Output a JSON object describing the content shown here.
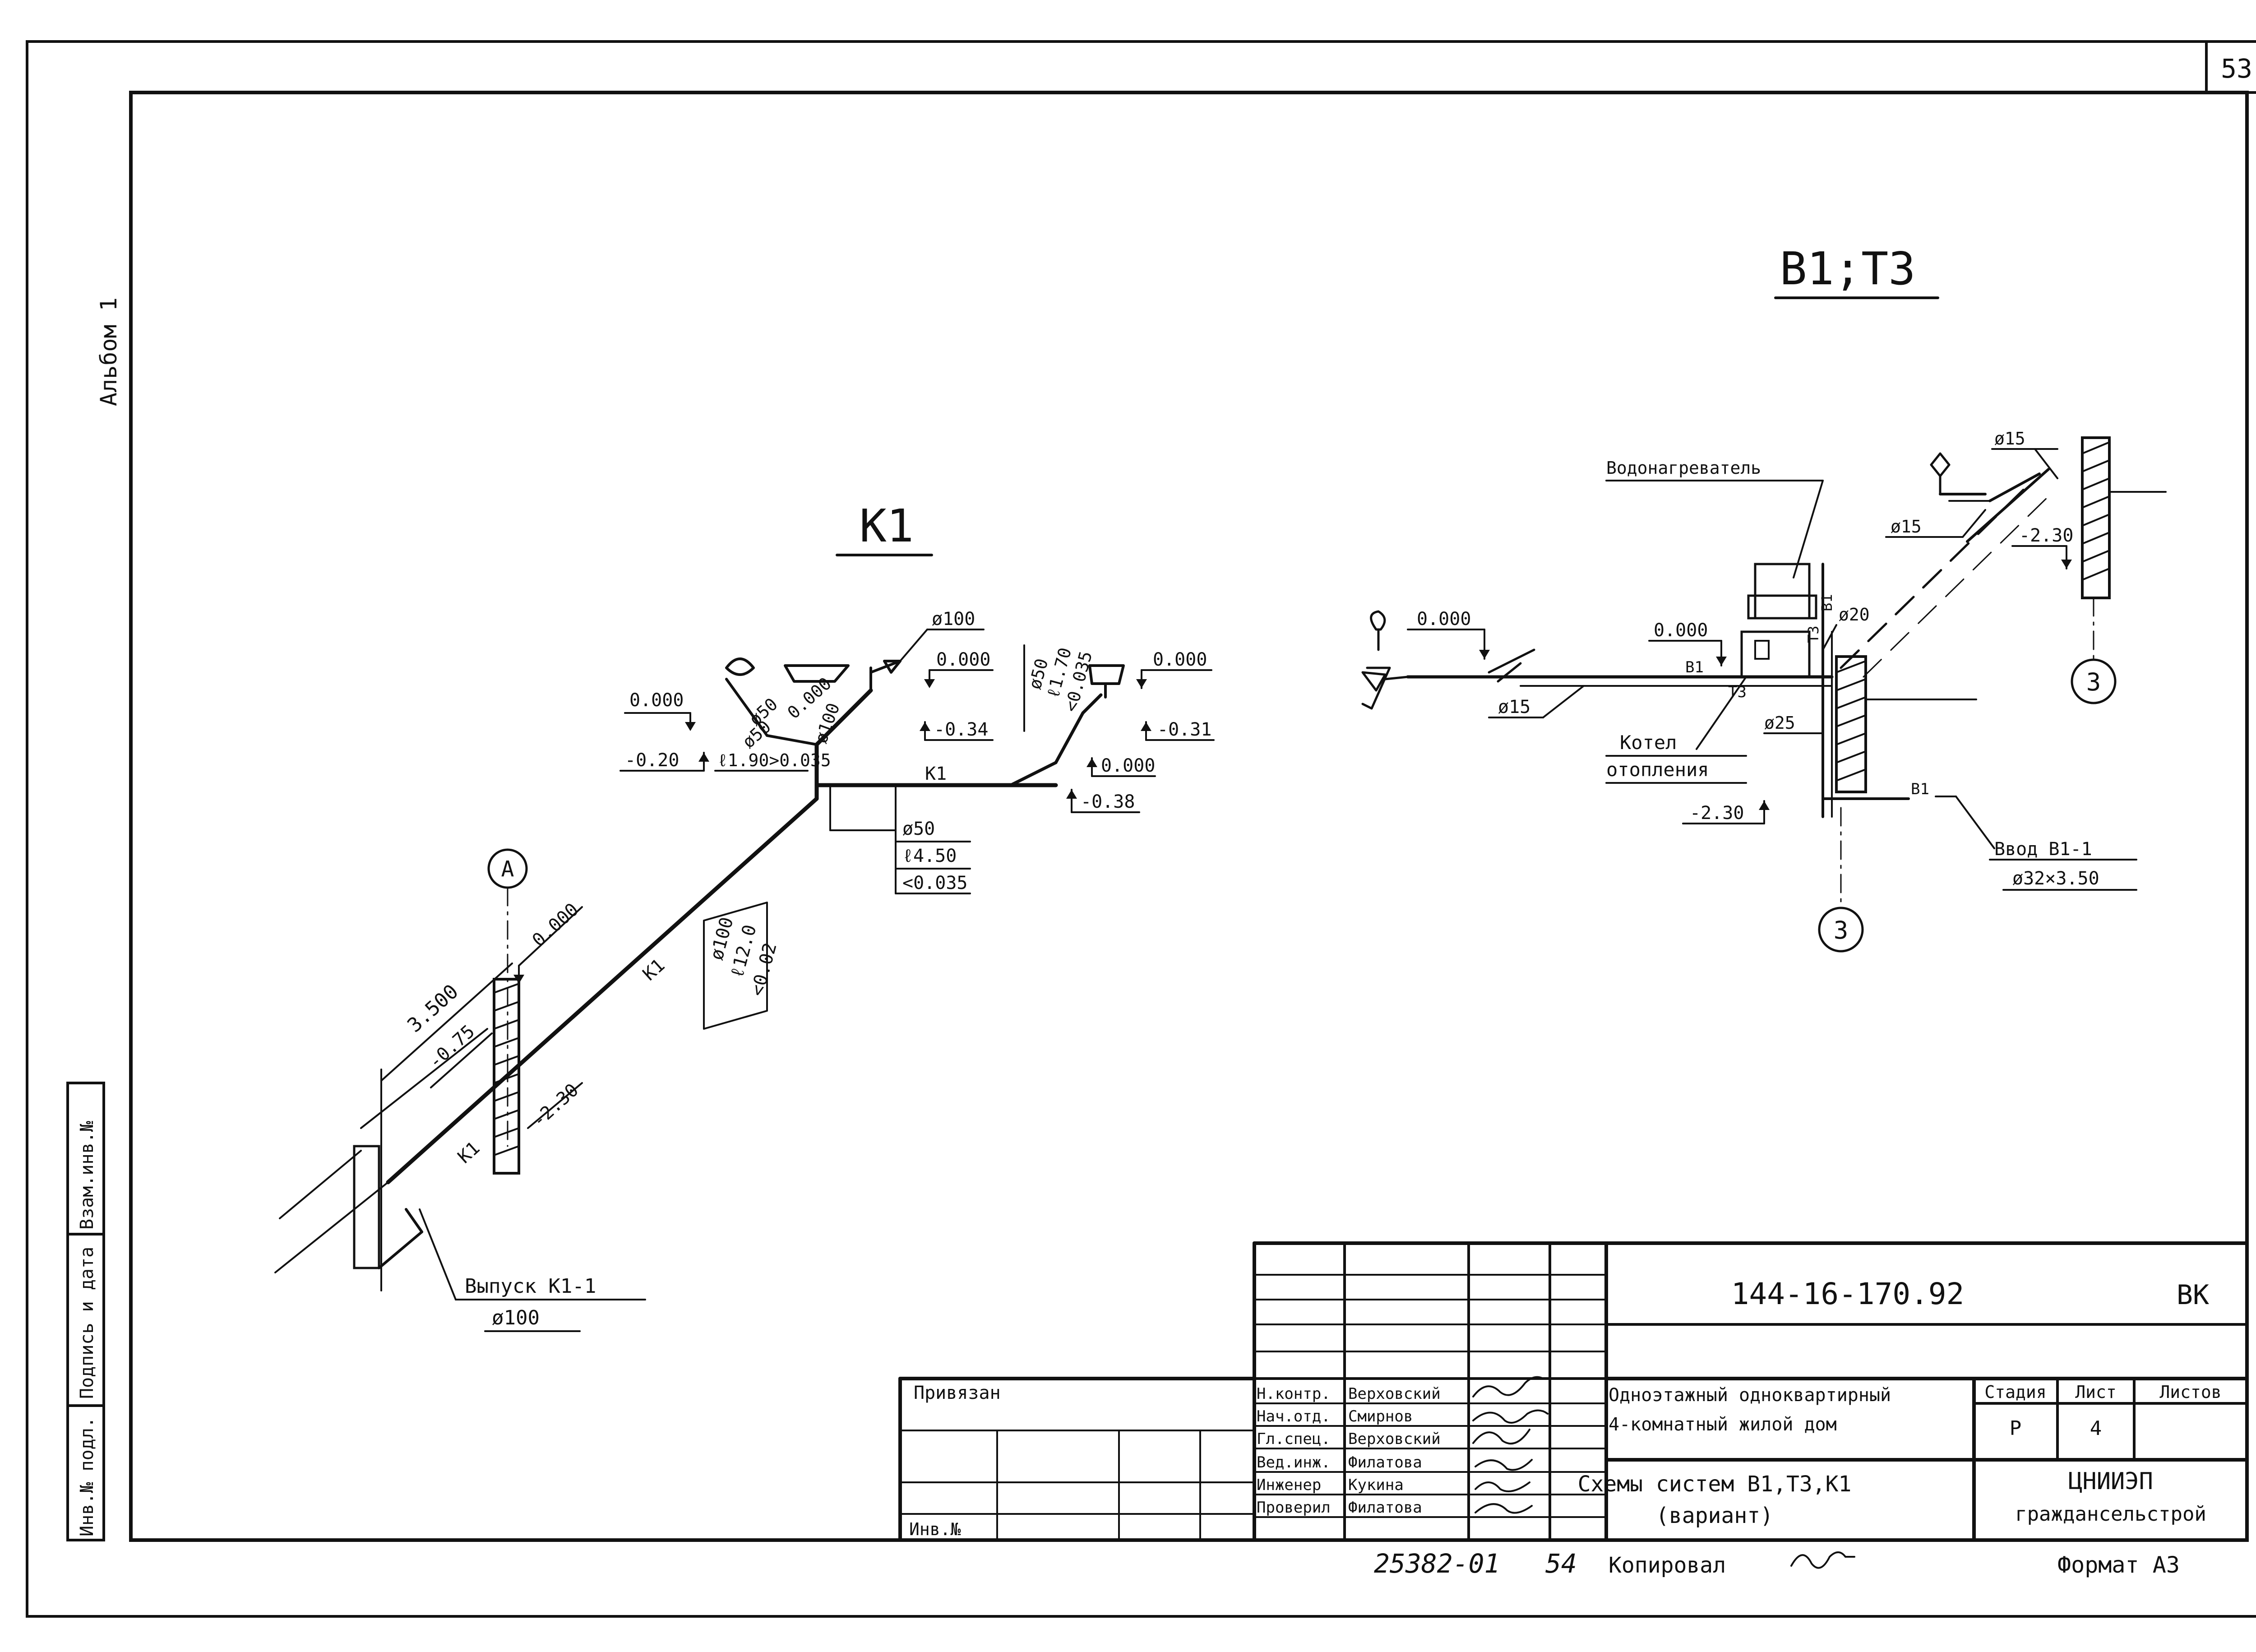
{
  "sheet": {
    "page_number": "53",
    "album_label": "Альбом 1",
    "side_stamp": [
      "Инв.№ подл.",
      "Подпись и дата",
      "Взам.инв.№"
    ]
  },
  "k1": {
    "title": "К1",
    "levels": [
      "0.000",
      "-0.20",
      "0.000",
      "0.000",
      "-0.34",
      "0.000",
      "-0.31",
      "0.000",
      "-0.38",
      "0.000",
      "-0.75",
      "-2.30"
    ],
    "dim_3500": "3.500",
    "pipe_d50_a": "ø50",
    "pipe_d50_b": "ø50",
    "pipe_d100_riser": "ø100",
    "pipe_d100_top": "ø100",
    "slope_note": "ℓ1.90>0.035",
    "right_d50": "ø50",
    "right_len": "ℓ1.70",
    "right_slope": "<0.035",
    "mid_table": [
      "ø50",
      "ℓ4.50",
      "<0.035"
    ],
    "main_table": [
      "ø100",
      "ℓ12.0",
      "<0.02"
    ],
    "line_label": "К1",
    "axis_a": "А",
    "outlet_label": "Выпуск К1-1",
    "outlet_d": "ø100"
  },
  "b1t3": {
    "title": "В1;Т3",
    "heater_label": "Водонагреватель",
    "boiler_label_1": "Котел",
    "boiler_label_2": "отопления",
    "level_left": "0.000",
    "level_mid": "0.000",
    "level_bottom": "-2.30",
    "level_right": "-2.30",
    "d15_left": "ø15",
    "d15_top": "ø15",
    "d15_mid": "ø15",
    "d20": "ø20",
    "d25": "ø25",
    "tag_b1": "В1",
    "tag_t3": "Т3",
    "tag_b1_b": "В1",
    "tag_t3_b": "Т3",
    "tag_b1_v": "В1",
    "input_label": "Ввод В1-1",
    "input_size": "ø32×3.50",
    "axis_3": "3"
  },
  "title_block": {
    "doc_code": "144-16-170.92",
    "section": "ВК",
    "privyazan": "Привязан",
    "inv_no": "Инв.№",
    "roles": [
      "Н.контр.",
      "Нач.отд.",
      "Гл.спец.",
      "Вед.инж.",
      "Инженер",
      "Проверил"
    ],
    "names": [
      "Верховский",
      "Смирнов",
      "Верховский",
      "Филатова",
      "Кукина",
      "Филатова"
    ],
    "project_name_1": "Одноэтажный одноквартирный",
    "project_name_2": "4-комнатный жилой дом",
    "drawing_name_1": "Схемы систем В1,Т3,К1",
    "drawing_name_2": "(вариант)",
    "stage_header": "Стадия",
    "sheet_header": "Лист",
    "sheets_header": "Листов",
    "stage": "Р",
    "sheet_no": "4",
    "org_1": "ЦНИИЭП",
    "org_2": "граждансельстрой",
    "copy_code": "25382-01",
    "copy_page": "54",
    "copied_label": "Копировал",
    "format_label": "Формат А3"
  }
}
